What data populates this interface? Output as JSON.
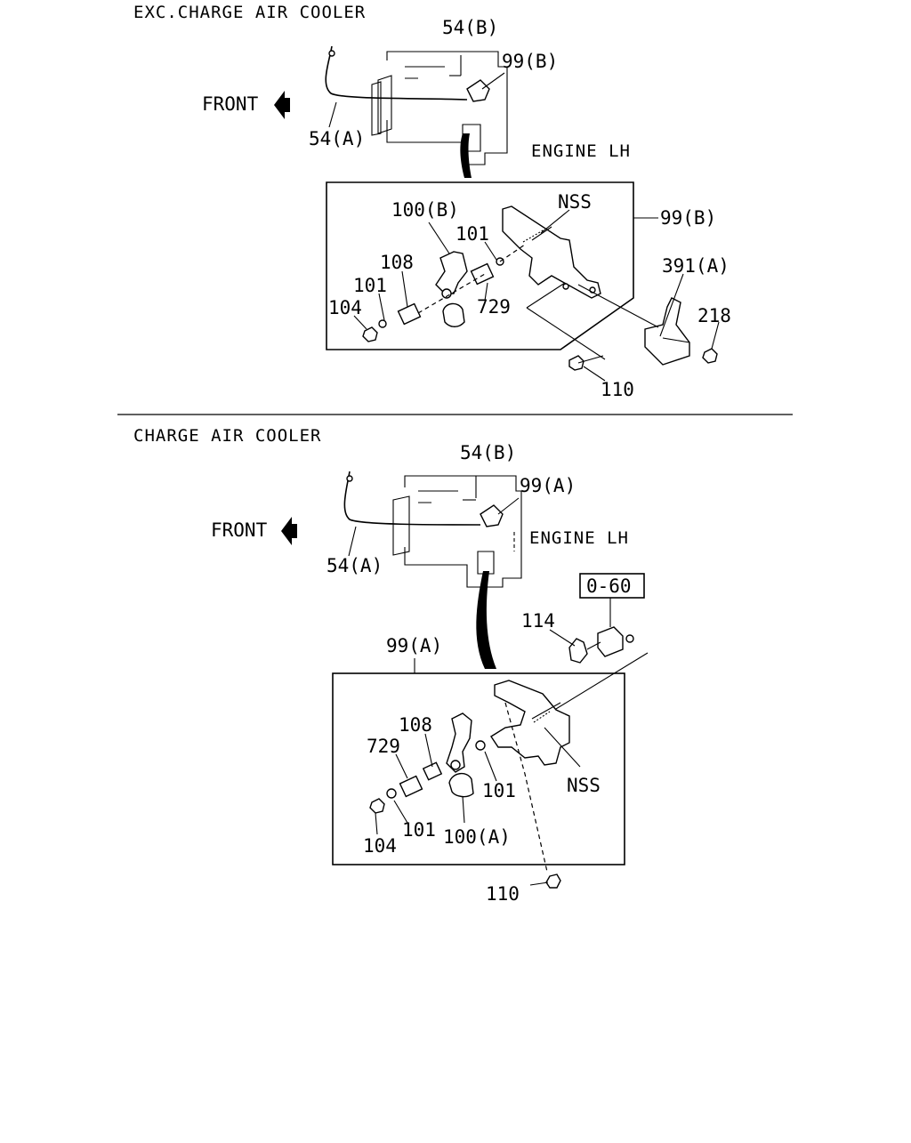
{
  "upper": {
    "header": "EXC.CHARGE AIR COOLER",
    "front_label": "FRONT",
    "engine_label": "ENGINE LH",
    "callouts": {
      "c54b": "54(B)",
      "c99b_top": "99(B)",
      "c54a": "54(A)",
      "nss": "NSS",
      "c99b": "99(B)",
      "c100b": "100(B)",
      "c101a": "101",
      "c108": "108",
      "c101b": "101",
      "c104": "104",
      "c729": "729",
      "c391a": "391(A)",
      "c218": "218",
      "c110": "110"
    }
  },
  "lower": {
    "header": "CHARGE AIR COOLER",
    "front_label": "FRONT",
    "engine_label": "ENGINE LH",
    "callouts": {
      "c54b": "54(B)",
      "c99a_top": "99(A)",
      "c54a": "54(A)",
      "c060": "0-60",
      "c114": "114",
      "c99a": "99(A)",
      "c108": "108",
      "c729": "729",
      "c101a": "101",
      "nss": "NSS",
      "c101b": "101",
      "c100a": "100(A)",
      "c104": "104",
      "c110": "110"
    }
  },
  "icons": {
    "front_arrow": "left-arrow-icon"
  }
}
